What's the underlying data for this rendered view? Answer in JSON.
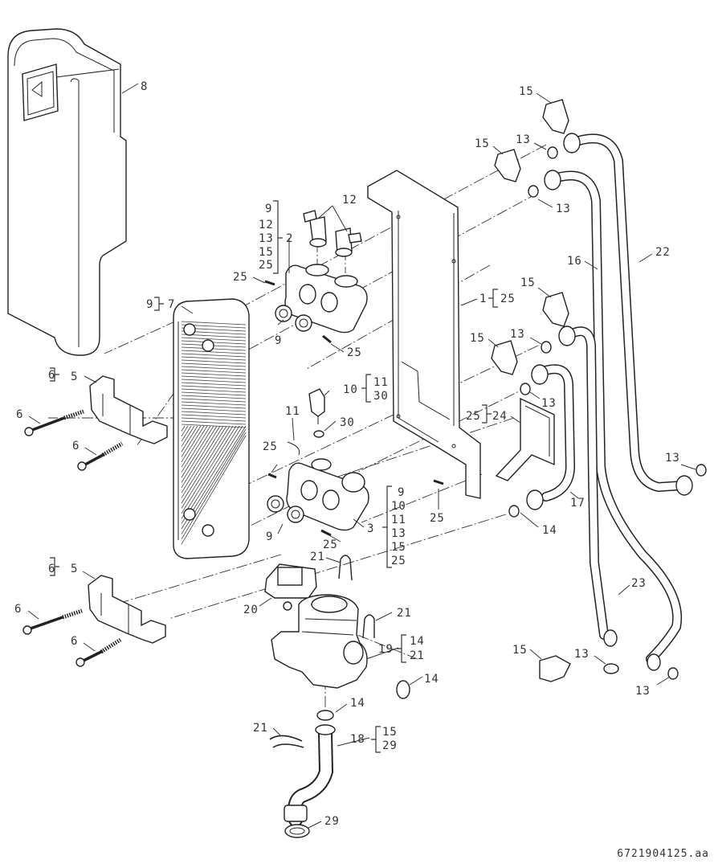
{
  "figure": {
    "id": "6721904125.aa",
    "type": "exploded-parts-diagram"
  },
  "callouts": [
    {
      "ref": "8",
      "part": "cover"
    },
    {
      "ref": "7",
      "part": "plate-heat-exchanger",
      "includes": [
        "9"
      ]
    },
    {
      "ref": "5",
      "part": "bracket-upper",
      "includes": [
        "6"
      ]
    },
    {
      "ref": "5",
      "part": "bracket-lower",
      "includes": [
        "6"
      ]
    },
    {
      "ref": "6",
      "part": "screw"
    },
    {
      "ref": "2",
      "part": "upper-manifold",
      "includes": [
        "9",
        "12",
        "13",
        "15",
        "25"
      ]
    },
    {
      "ref": "12",
      "part": "vent-valve"
    },
    {
      "ref": "25",
      "part": "screw-small"
    },
    {
      "ref": "9",
      "part": "seal-ring"
    },
    {
      "ref": "1",
      "part": "mounting-frame",
      "includes": [
        "25"
      ]
    },
    {
      "ref": "10",
      "part": "sensor",
      "includes": [
        "11",
        "30"
      ]
    },
    {
      "ref": "11",
      "part": "clip"
    },
    {
      "ref": "30",
      "part": "o-ring"
    },
    {
      "ref": "3",
      "part": "lower-manifold",
      "includes": [
        "9",
        "10",
        "11",
        "13",
        "15",
        "25"
      ]
    },
    {
      "ref": "24",
      "part": "holder",
      "includes": [
        "25"
      ]
    },
    {
      "ref": "15",
      "part": "retaining-clip"
    },
    {
      "ref": "13",
      "part": "seal"
    },
    {
      "ref": "16",
      "part": "pipe"
    },
    {
      "ref": "22",
      "part": "pipe"
    },
    {
      "ref": "17",
      "part": "pipe"
    },
    {
      "ref": "23",
      "part": "pipe"
    },
    {
      "ref": "14",
      "part": "seal"
    },
    {
      "ref": "20",
      "part": "motor"
    },
    {
      "ref": "21",
      "part": "clip"
    },
    {
      "ref": "19",
      "part": "valve-body",
      "includes": [
        "14",
        "21"
      ]
    },
    {
      "ref": "18",
      "part": "connection-pipe",
      "includes": [
        "15",
        "29"
      ]
    },
    {
      "ref": "29",
      "part": "gasket"
    }
  ],
  "labels": {
    "l8": "8",
    "l7": "7",
    "l9a": "9",
    "l6a": "6",
    "l5a": "5",
    "l6b": "6",
    "l6c": "6",
    "l6d": "6",
    "l5b": "5",
    "l6e": "6",
    "l6f": "6",
    "l2": "2",
    "l2k": [
      "9",
      "12",
      "13",
      "15",
      "25"
    ],
    "l12": "12",
    "l25a": "25",
    "l25b": "25",
    "l25c": "25",
    "l25d": "25",
    "l25e": "25",
    "l25f": "25",
    "l9b": "9",
    "l9c": "9",
    "l1": "1",
    "l1k": "25",
    "l10": "10",
    "l10k": [
      "11",
      "30"
    ],
    "l11": "11",
    "l30": "30",
    "l3": "3",
    "l3k": [
      "9",
      "10",
      "11",
      "13",
      "15",
      "25"
    ],
    "l24": "24",
    "l24k": "25",
    "l15a": "15",
    "l15b": "15",
    "l15c": "15",
    "l15d": "15",
    "l15e": "15",
    "l13a": "13",
    "l13b": "13",
    "l13c": "13",
    "l13d": "13",
    "l13e": "13",
    "l13f": "13",
    "l13g": "13",
    "l16": "16",
    "l22": "22",
    "l17": "17",
    "l23": "23",
    "l14a": "14",
    "l14b": "14",
    "l14c": "14",
    "l20": "20",
    "l21a": "21",
    "l21b": "21",
    "l21c": "21",
    "l19": "19",
    "l19k": [
      "14",
      "21"
    ],
    "l18": "18",
    "l18k": [
      "15",
      "29"
    ],
    "l29": "29"
  }
}
